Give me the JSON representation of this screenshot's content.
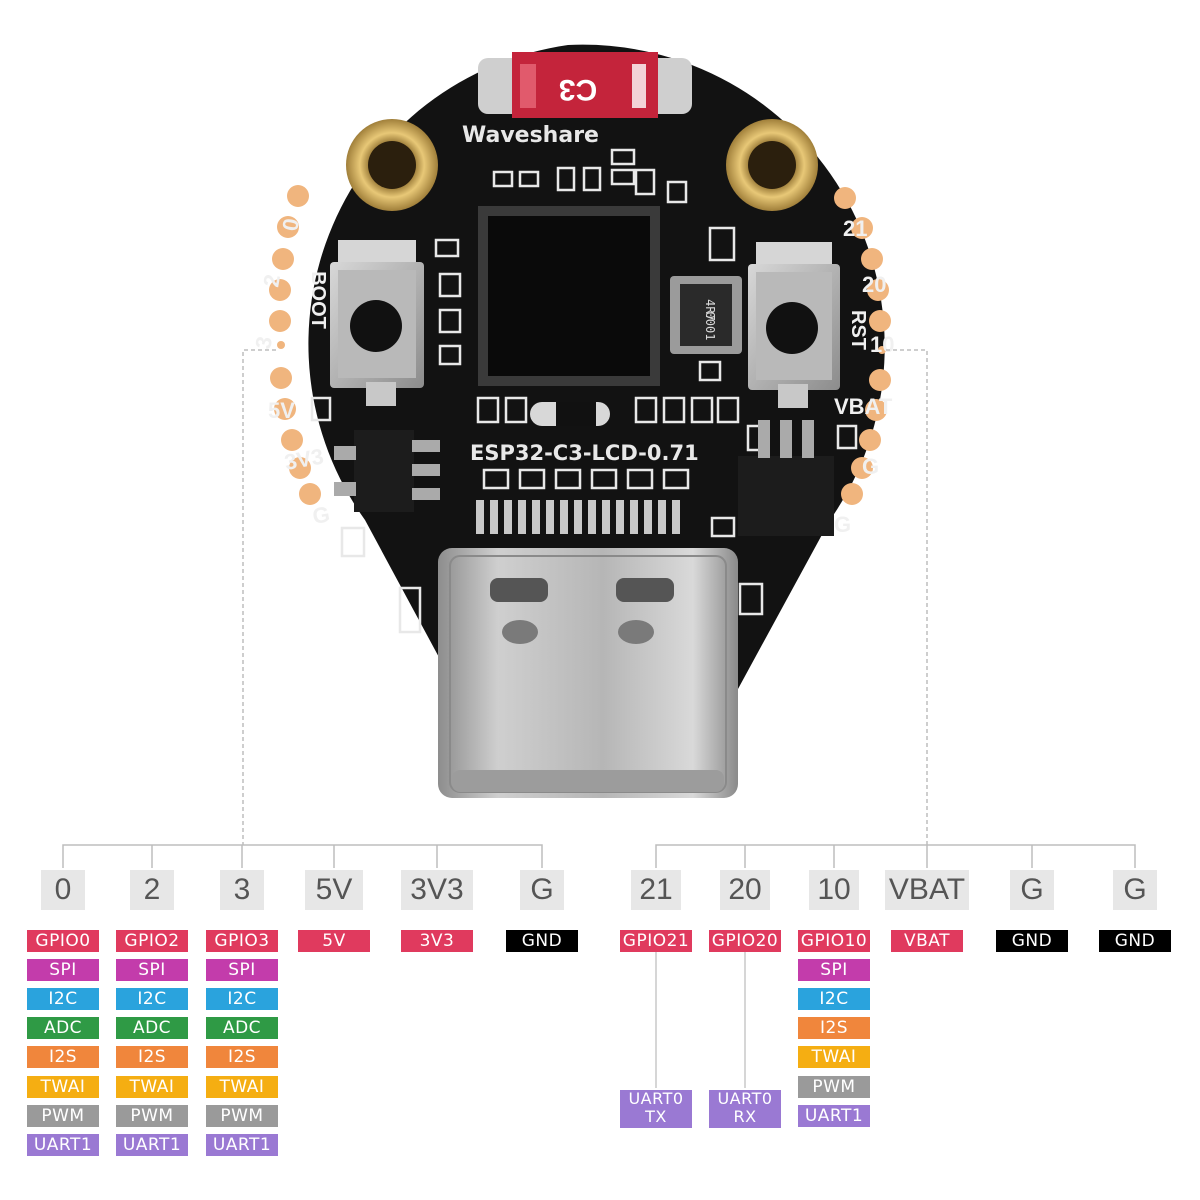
{
  "board": {
    "brand": "Waveshare",
    "model": "ESP32-C3-LCD-0.71",
    "chip_label": "C3",
    "inductor_label": "4R7",
    "inductor_code": "0001",
    "boot_label": "BOOT",
    "rst_label": "RST",
    "left_pin_labels": [
      "0",
      "2",
      "3",
      "5V",
      "3V3",
      "G"
    ],
    "right_pin_labels": [
      "21",
      "20",
      "10",
      "VBAT",
      "G",
      "G"
    ]
  },
  "colors": {
    "gpio": "#e03a5e",
    "spi": "#c33cab",
    "i2c": "#2aa3dd",
    "adc": "#2f9a45",
    "i2s": "#f0863c",
    "twai": "#f5ae12",
    "pwm": "#9a9a9a",
    "uart": "#9a79d3",
    "gnd": "#000000"
  },
  "pins": [
    {
      "label": "0",
      "functions": [
        {
          "text": "GPIO0",
          "color": "gpio"
        },
        {
          "text": "SPI",
          "color": "spi"
        },
        {
          "text": "I2C",
          "color": "i2c"
        },
        {
          "text": "ADC",
          "color": "adc"
        },
        {
          "text": "I2S",
          "color": "i2s"
        },
        {
          "text": "TWAI",
          "color": "twai"
        },
        {
          "text": "PWM",
          "color": "pwm"
        },
        {
          "text": "UART1",
          "color": "uart"
        }
      ]
    },
    {
      "label": "2",
      "functions": [
        {
          "text": "GPIO2",
          "color": "gpio"
        },
        {
          "text": "SPI",
          "color": "spi"
        },
        {
          "text": "I2C",
          "color": "i2c"
        },
        {
          "text": "ADC",
          "color": "adc"
        },
        {
          "text": "I2S",
          "color": "i2s"
        },
        {
          "text": "TWAI",
          "color": "twai"
        },
        {
          "text": "PWM",
          "color": "pwm"
        },
        {
          "text": "UART1",
          "color": "uart"
        }
      ]
    },
    {
      "label": "3",
      "functions": [
        {
          "text": "GPIO3",
          "color": "gpio"
        },
        {
          "text": "SPI",
          "color": "spi"
        },
        {
          "text": "I2C",
          "color": "i2c"
        },
        {
          "text": "ADC",
          "color": "adc"
        },
        {
          "text": "I2S",
          "color": "i2s"
        },
        {
          "text": "TWAI",
          "color": "twai"
        },
        {
          "text": "PWM",
          "color": "pwm"
        },
        {
          "text": "UART1",
          "color": "uart"
        }
      ]
    },
    {
      "label": "5V",
      "functions": [
        {
          "text": "5V",
          "color": "gpio"
        }
      ]
    },
    {
      "label": "3V3",
      "functions": [
        {
          "text": "3V3",
          "color": "gpio"
        }
      ]
    },
    {
      "label": "G",
      "functions": [
        {
          "text": "GND",
          "color": "gnd"
        }
      ]
    },
    {
      "label": "21",
      "functions": [
        {
          "text": "GPIO21",
          "color": "gpio"
        }
      ],
      "bottom": {
        "line1": "UART0",
        "line2": "TX",
        "color": "uart"
      }
    },
    {
      "label": "20",
      "functions": [
        {
          "text": "GPIO20",
          "color": "gpio"
        }
      ],
      "bottom": {
        "line1": "UART0",
        "line2": "RX",
        "color": "uart"
      }
    },
    {
      "label": "10",
      "functions": [
        {
          "text": "GPIO10",
          "color": "gpio"
        },
        {
          "text": "SPI",
          "color": "spi"
        },
        {
          "text": "I2C",
          "color": "i2c"
        },
        {
          "text": "I2S",
          "color": "i2s"
        },
        {
          "text": "TWAI",
          "color": "twai"
        },
        {
          "text": "PWM",
          "color": "pwm"
        },
        {
          "text": "UART1",
          "color": "uart"
        }
      ]
    },
    {
      "label": "VBAT",
      "functions": [
        {
          "text": "VBAT",
          "color": "gpio"
        }
      ]
    },
    {
      "label": "G",
      "functions": [
        {
          "text": "GND",
          "color": "gnd"
        }
      ]
    },
    {
      "label": "G",
      "functions": [
        {
          "text": "GND",
          "color": "gnd"
        }
      ]
    }
  ]
}
